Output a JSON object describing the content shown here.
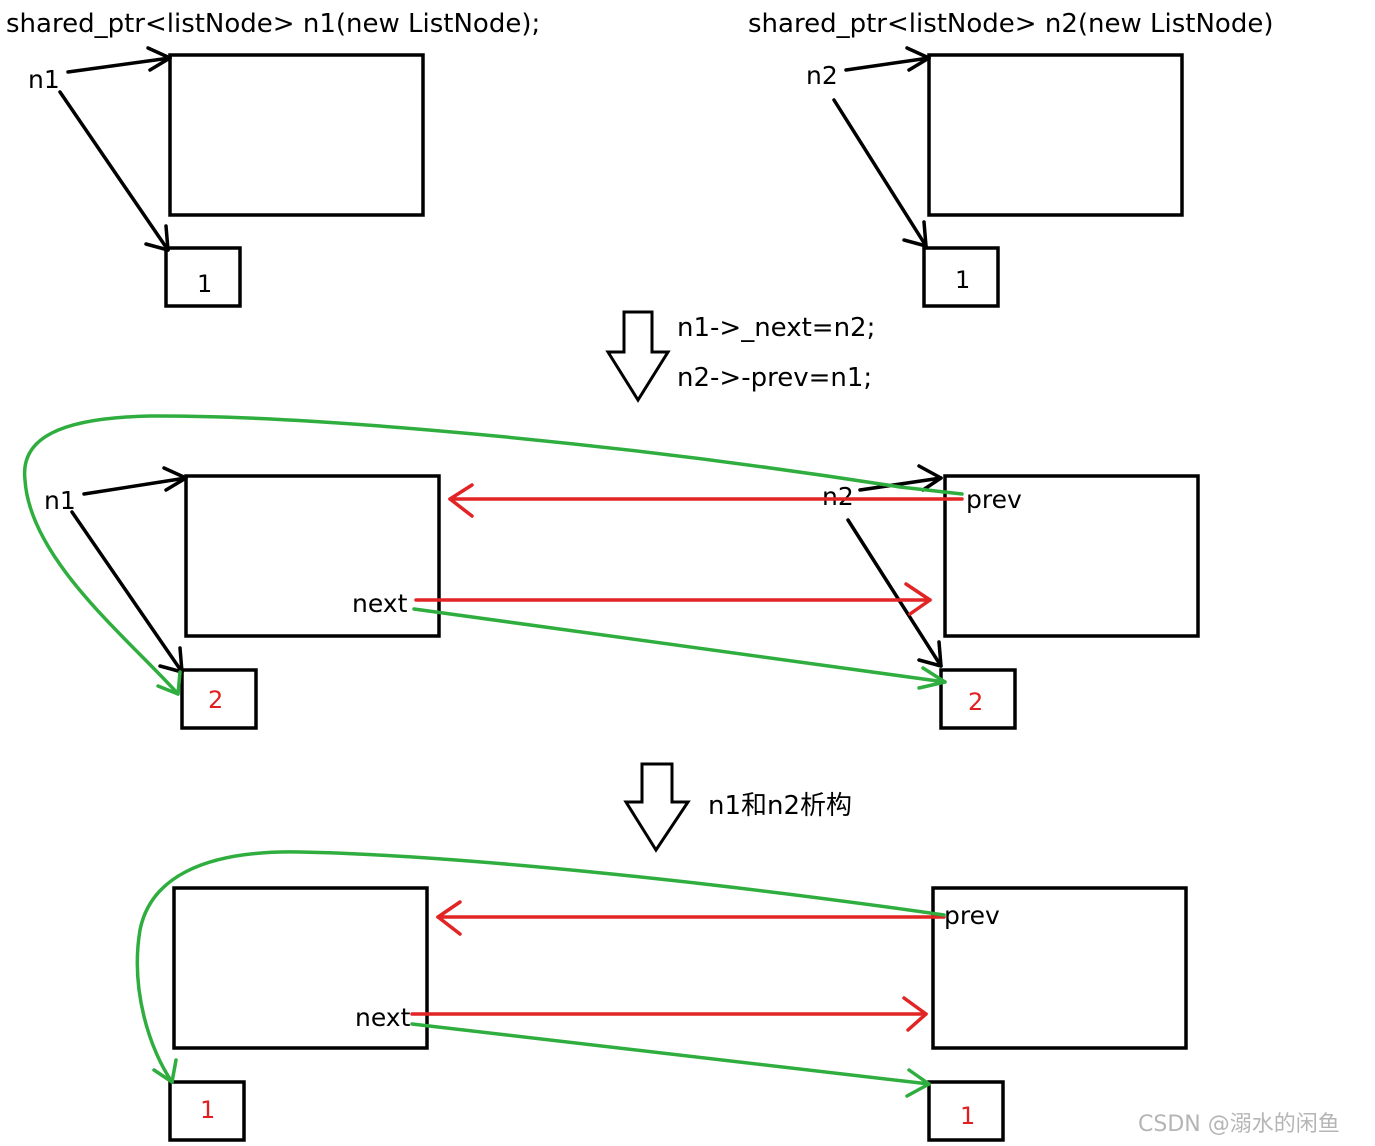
{
  "top": {
    "left_code": "shared_ptr<listNode> n1(new ListNode);",
    "right_code": "shared_ptr<listNode> n2(new ListNode)",
    "n1_label": "n1",
    "n2_label": "n2",
    "n1_count": "1",
    "n2_count": "1"
  },
  "step1": {
    "line1": "n1->_next=n2;",
    "line2": "n2->-prev=n1;"
  },
  "middle": {
    "n1_label": "n1",
    "n2_label": "n2",
    "next_label": "next",
    "prev_label": "prev",
    "n1_count": "2",
    "n2_count": "2"
  },
  "step2": {
    "line1": "n1和n2析构"
  },
  "bottom": {
    "next_label": "next",
    "prev_label": "prev",
    "n1_count": "1",
    "n2_count": "1"
  },
  "watermark": "CSDN @溺水的闲鱼",
  "colors": {
    "red": "#e22424",
    "green": "#2fae3f",
    "black": "#000000"
  }
}
